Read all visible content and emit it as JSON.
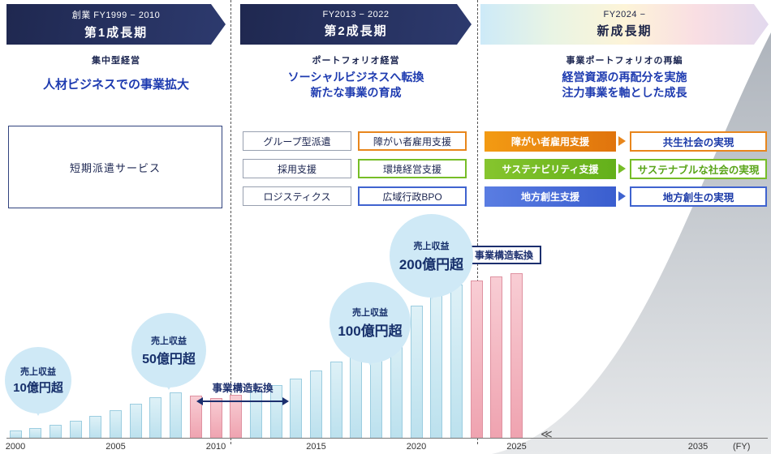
{
  "phases": [
    {
      "period": "創業 FY1999 − 2010",
      "name": "第1成長期",
      "management": "集中型経営",
      "heading_line1": "人材ビジネスでの事業拡大",
      "heading_line2": ""
    },
    {
      "period": "FY2013 − 2022",
      "name": "第2成長期",
      "management": "ポートフォリオ経営",
      "heading_line1": "ソーシャルビジネスへ転換",
      "heading_line2": "新たな事業の育成"
    },
    {
      "period": "FY2024 −",
      "name": "新成長期",
      "management": "事業ポートフォリオの再編",
      "heading_line1": "経営資源の再配分を実施",
      "heading_line2": "注力事業を軸とした成長"
    }
  ],
  "phase1": {
    "service_box": "短期派遣サービス"
  },
  "phase2": {
    "left_boxes": [
      "グループ型派遣",
      "採用支援",
      "ロジスティクス"
    ],
    "right_boxes": [
      {
        "label": "障がい者雇用支援",
        "accent": "#e8861c"
      },
      {
        "label": "環境経営支援",
        "accent": "#76bd27"
      },
      {
        "label": "広域行政BPO",
        "accent": "#3f63cf"
      }
    ]
  },
  "phase3": {
    "rows": [
      {
        "from": "障がい者雇用支援",
        "to": "共生社会の実現",
        "accent": "#e8861c",
        "to_text_color": "#1b3aa8"
      },
      {
        "from": "サステナビリティ支援",
        "to": "サステナブルな社会の実現",
        "accent": "#76bd27",
        "to_text_color": "#5aa51a"
      },
      {
        "from": "地方創生支援",
        "to": "地方創生の実現",
        "accent": "#3f63cf",
        "to_text_color": "#1b3aa8"
      }
    ]
  },
  "transitions": {
    "label1": "事業構造転換",
    "label2": "事業構造転換"
  },
  "callouts": [
    {
      "label": "売上収益",
      "value": "10億円超",
      "anchor_year": 2001
    },
    {
      "label": "売上収益",
      "value": "50億円超",
      "anchor_year": 2007
    },
    {
      "label": "売上収益",
      "value": "100億円超",
      "anchor_year": 2016
    },
    {
      "label": "売上収益",
      "value": "200億円超",
      "anchor_year": 2020
    }
  ],
  "chart_data": {
    "type": "bar",
    "unit": "億円",
    "years": [
      2000,
      2001,
      2002,
      2003,
      2004,
      2005,
      2006,
      2007,
      2008,
      2009,
      2010,
      2011,
      2012,
      2013,
      2014,
      2015,
      2016,
      2017,
      2018,
      2019,
      2020,
      2021,
      2022,
      2023,
      2024,
      2025
    ],
    "values": [
      10,
      13,
      17,
      22,
      29,
      36,
      45,
      53,
      60,
      55,
      52,
      56,
      62,
      69,
      78,
      88,
      100,
      116,
      134,
      152,
      173,
      190,
      201,
      206,
      212,
      216
    ],
    "restructure_years_1": [
      2009,
      2010,
      2011
    ],
    "restructure_years_2": [
      2023,
      2024,
      2025
    ],
    "bar_color_default": "#c9e6f2",
    "bar_color_restructure": "#f2a9b5",
    "x_ticks": [
      2000,
      2005,
      2010,
      2015,
      2020,
      2025,
      2035
    ],
    "axis_break_symbol": "≪",
    "x_label": "(FY)",
    "ylim": [
      0,
      230
    ],
    "grid": false,
    "legend": "none"
  }
}
